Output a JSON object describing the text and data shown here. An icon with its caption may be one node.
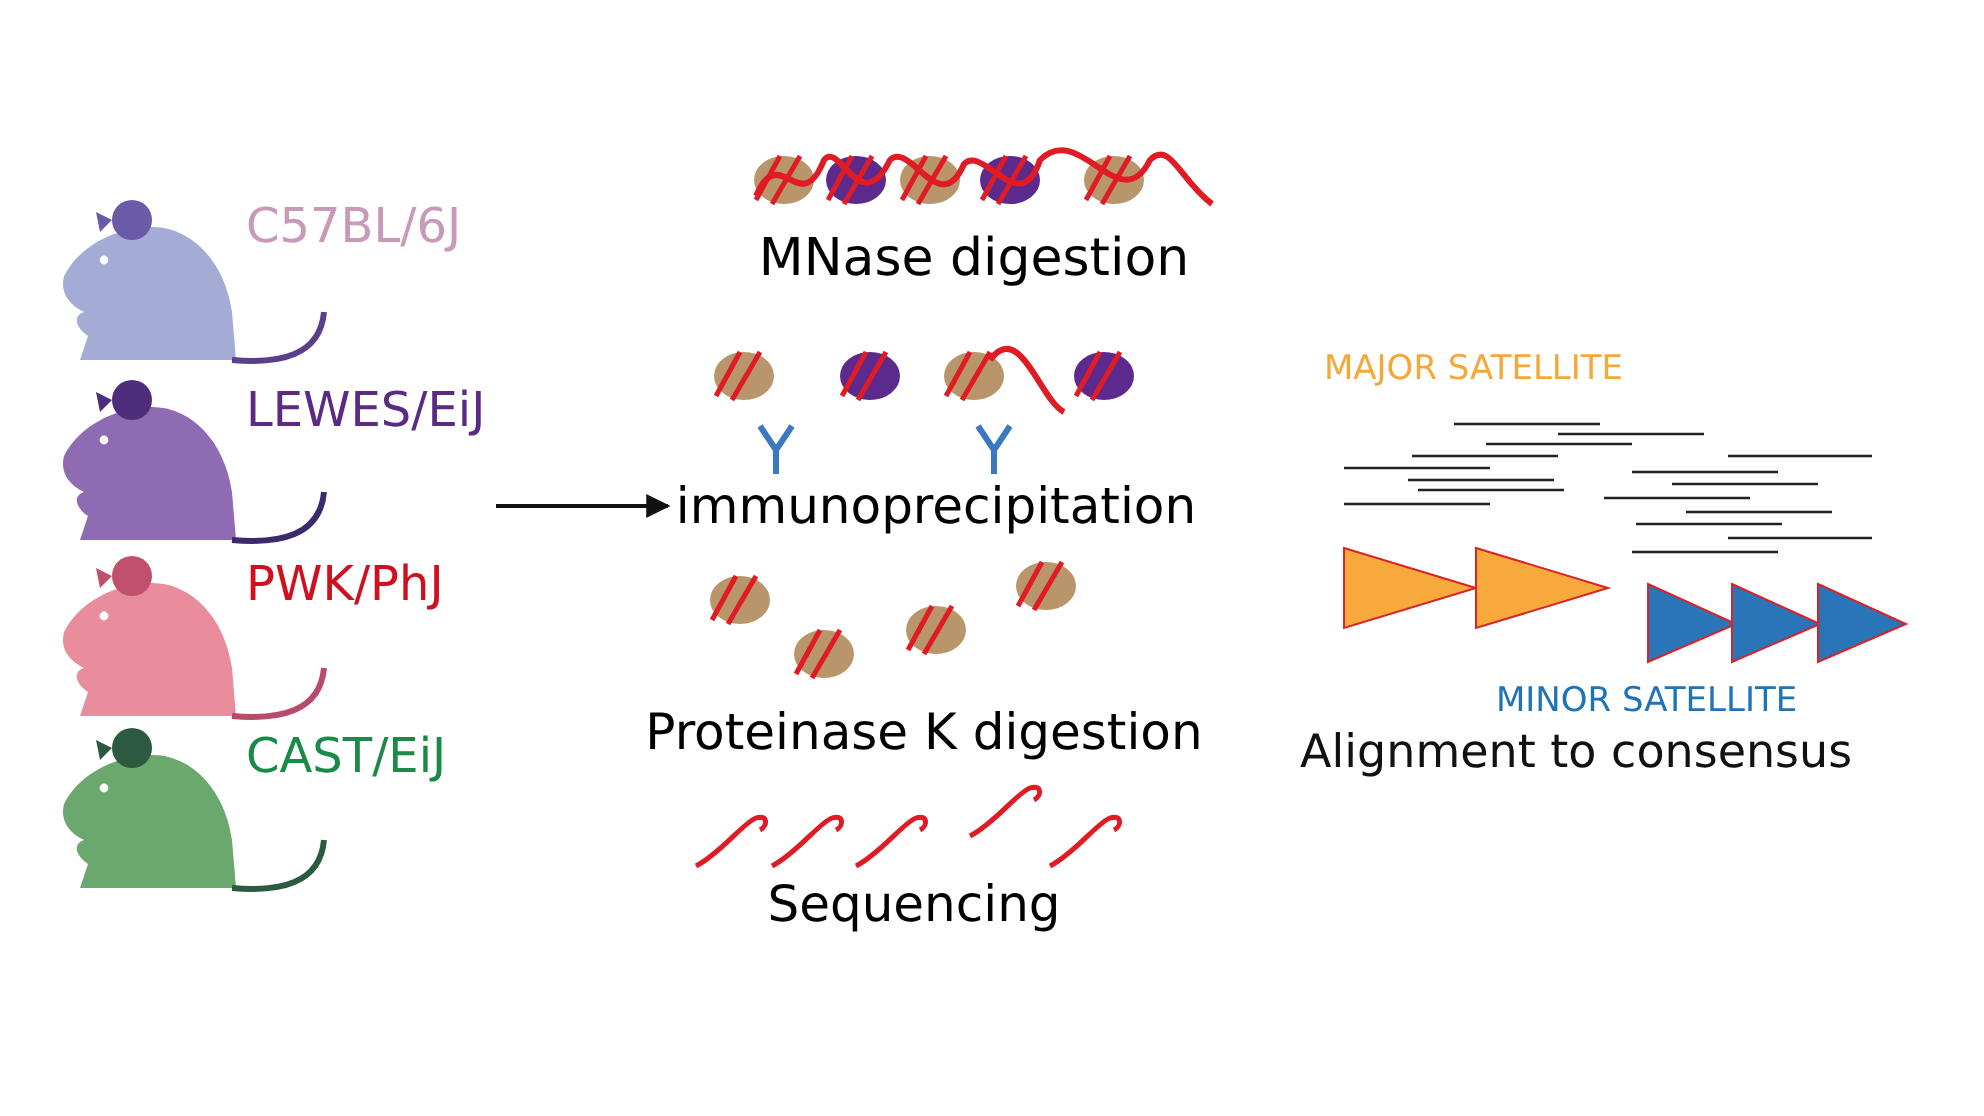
{
  "diagram": {
    "nodes": [
      {
        "text": [
          "MNase digestion"
        ]
      },
      {
        "text": [
          "immunoprecipitation"
        ]
      },
      {
        "text": [
          "Proteinase K digestion"
        ]
      },
      {
        "text": [
          "Sequencing"
        ]
      }
    ],
    "edges": [
      {
        "from": null,
        "to": 1,
        "arrow": "to"
      }
    ],
    "labels": [
      "C57BL/6J",
      "LEWES/EiJ",
      "MAJOR SATELLITE",
      "PWK/PhJ",
      "MINOR SATELLITE",
      "Alignment to consensus",
      "CAST/EiJ"
    ]
  }
}
